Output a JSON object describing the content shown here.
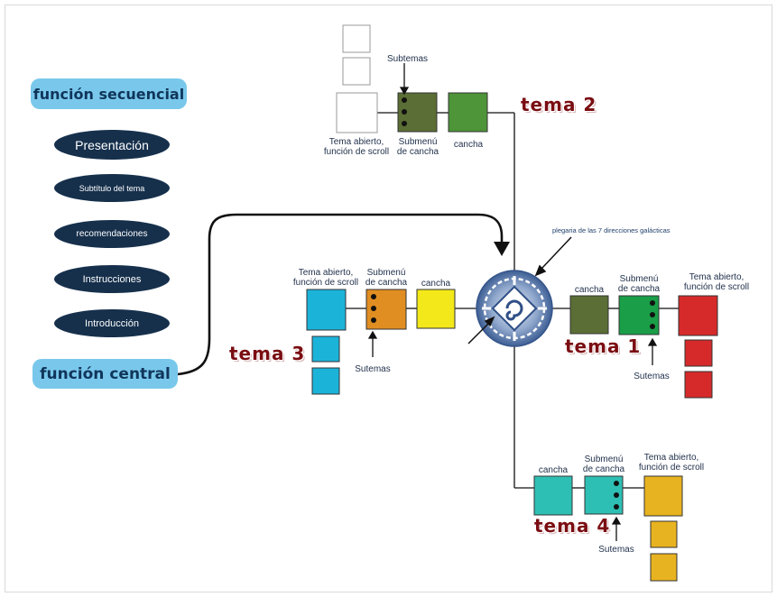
{
  "left_panel": {
    "funcion_secuencial": "función secuencial",
    "funcion_central": "función central",
    "items": [
      "Presentación",
      "Subtítulo del tema",
      "recomendaciones",
      "Instrucciones",
      "Introducción"
    ]
  },
  "center": {
    "annotation": "plegaria de las 7 direcciones galácticas"
  },
  "tema2": {
    "title": "tema 2",
    "subtemas": "Subtemas",
    "tema_abierto": [
      "Tema abierto,",
      "función de scroll"
    ],
    "submenu": [
      "Submenú",
      "de cancha"
    ],
    "cancha": "cancha"
  },
  "tema3": {
    "title": "tema 3",
    "tema_abierto": [
      "Tema abierto,",
      "función de scroll"
    ],
    "submenu": [
      "Submenú",
      "de cancha"
    ],
    "cancha": "cancha",
    "sutemas": "Sutemas"
  },
  "tema1": {
    "title": "tema 1",
    "cancha": "cancha",
    "submenu": [
      "Submenú",
      "de cancha"
    ],
    "tema_abierto": [
      "Tema abierto,",
      "función de scroll"
    ],
    "sutemas": "Sutemas"
  },
  "tema4": {
    "title": "tema 4",
    "cancha": "cancha",
    "submenu": [
      "Submenú",
      "de cancha"
    ],
    "tema_abierto": [
      "Tema abierto,",
      "función de scroll"
    ],
    "sutemas": "Sutemas"
  },
  "colors": {
    "tema2_submenu": "#5a6e35",
    "tema2_cancha": "#4e9438",
    "tema3_tema_abierto": "#1cb3d9",
    "tema3_submenu": "#e08e22",
    "tema3_cancha": "#f3e81a",
    "tema1_cancha": "#5a6e35",
    "tema1_submenu": "#1a9e48",
    "tema1_tema_abierto": "#d62a2a",
    "tema4_cancha": "#2ebfb4",
    "tema4_submenu": "#2ebfb4",
    "tema4_tema_abierto": "#e8b320",
    "pill": "#79c8ec",
    "oval": "#16304c",
    "tema_title": "#7a0d12"
  }
}
